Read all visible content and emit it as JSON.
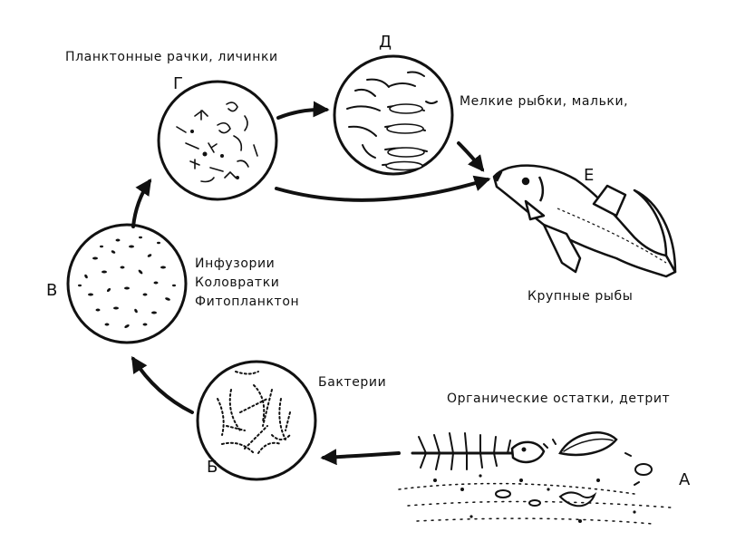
{
  "nodes": [
    {
      "id": "A",
      "letter": "А",
      "label": "Органические остатки, детрит"
    },
    {
      "id": "B",
      "letter": "Б",
      "label": "Бактерии"
    },
    {
      "id": "V",
      "letter": "В",
      "lines": [
        "Инфузории",
        "Коловратки",
        "Фитопланктон"
      ]
    },
    {
      "id": "G",
      "letter": "Г",
      "label": "Планктонные рачки, личинки"
    },
    {
      "id": "D",
      "letter": "Д",
      "label": "Мелкие рыбки, мальки,"
    },
    {
      "id": "E",
      "letter": "Е",
      "label": "Крупные рыбы"
    }
  ],
  "edges": [
    {
      "from": "A",
      "to": "B"
    },
    {
      "from": "B",
      "to": "V"
    },
    {
      "from": "V",
      "to": "G"
    },
    {
      "from": "G",
      "to": "D"
    },
    {
      "from": "D",
      "to": "E"
    },
    {
      "from": "G",
      "to": "E"
    }
  ],
  "colors": {
    "ink": "#111111",
    "paper": "#ffffff"
  }
}
